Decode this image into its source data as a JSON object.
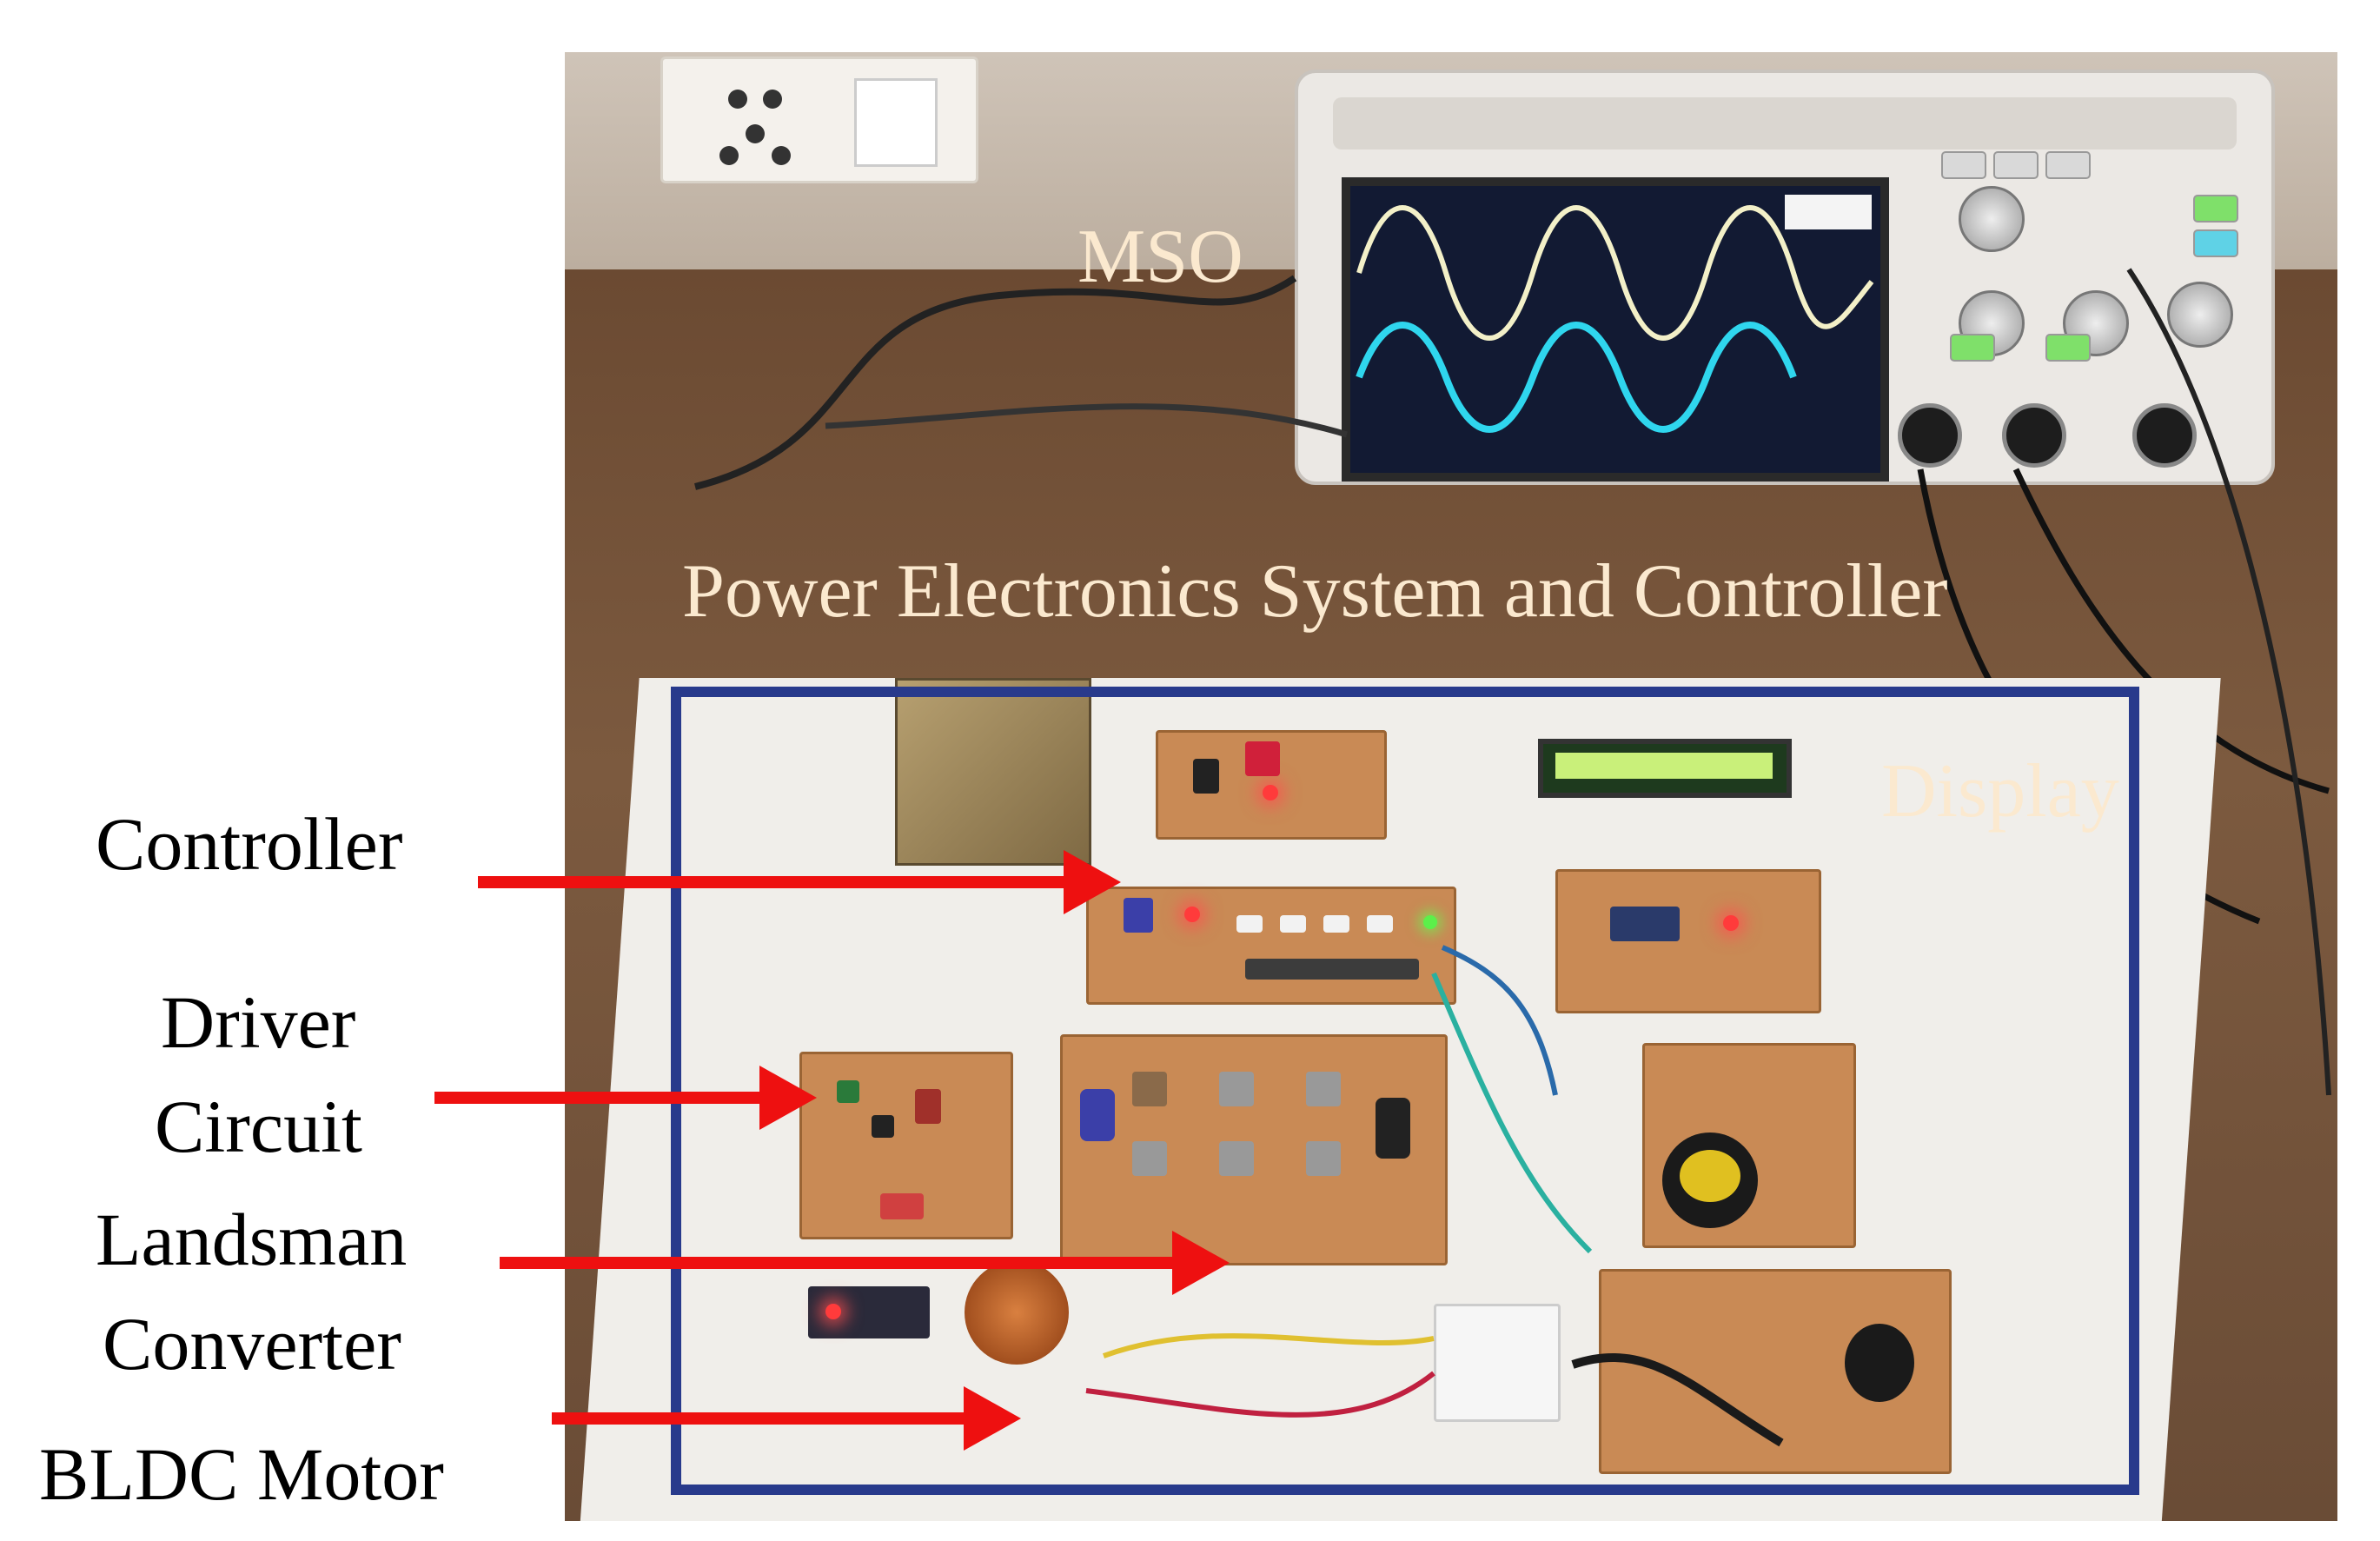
{
  "labels": {
    "mso": "MSO",
    "power_electronics": "Power Electronics System and Controller",
    "display": "Display",
    "controller": "Controller",
    "driver_circuit_line1": "Driver",
    "driver_circuit_line2": "Circuit",
    "landsman_line1": "Landsman",
    "landsman_line2": "Converter",
    "bldc_motor": "BLDC Motor"
  },
  "colors": {
    "arrow": "#ee1010",
    "frame": "#283a8c",
    "overlay_text": "#fbe9cf",
    "side_text": "#000000"
  }
}
